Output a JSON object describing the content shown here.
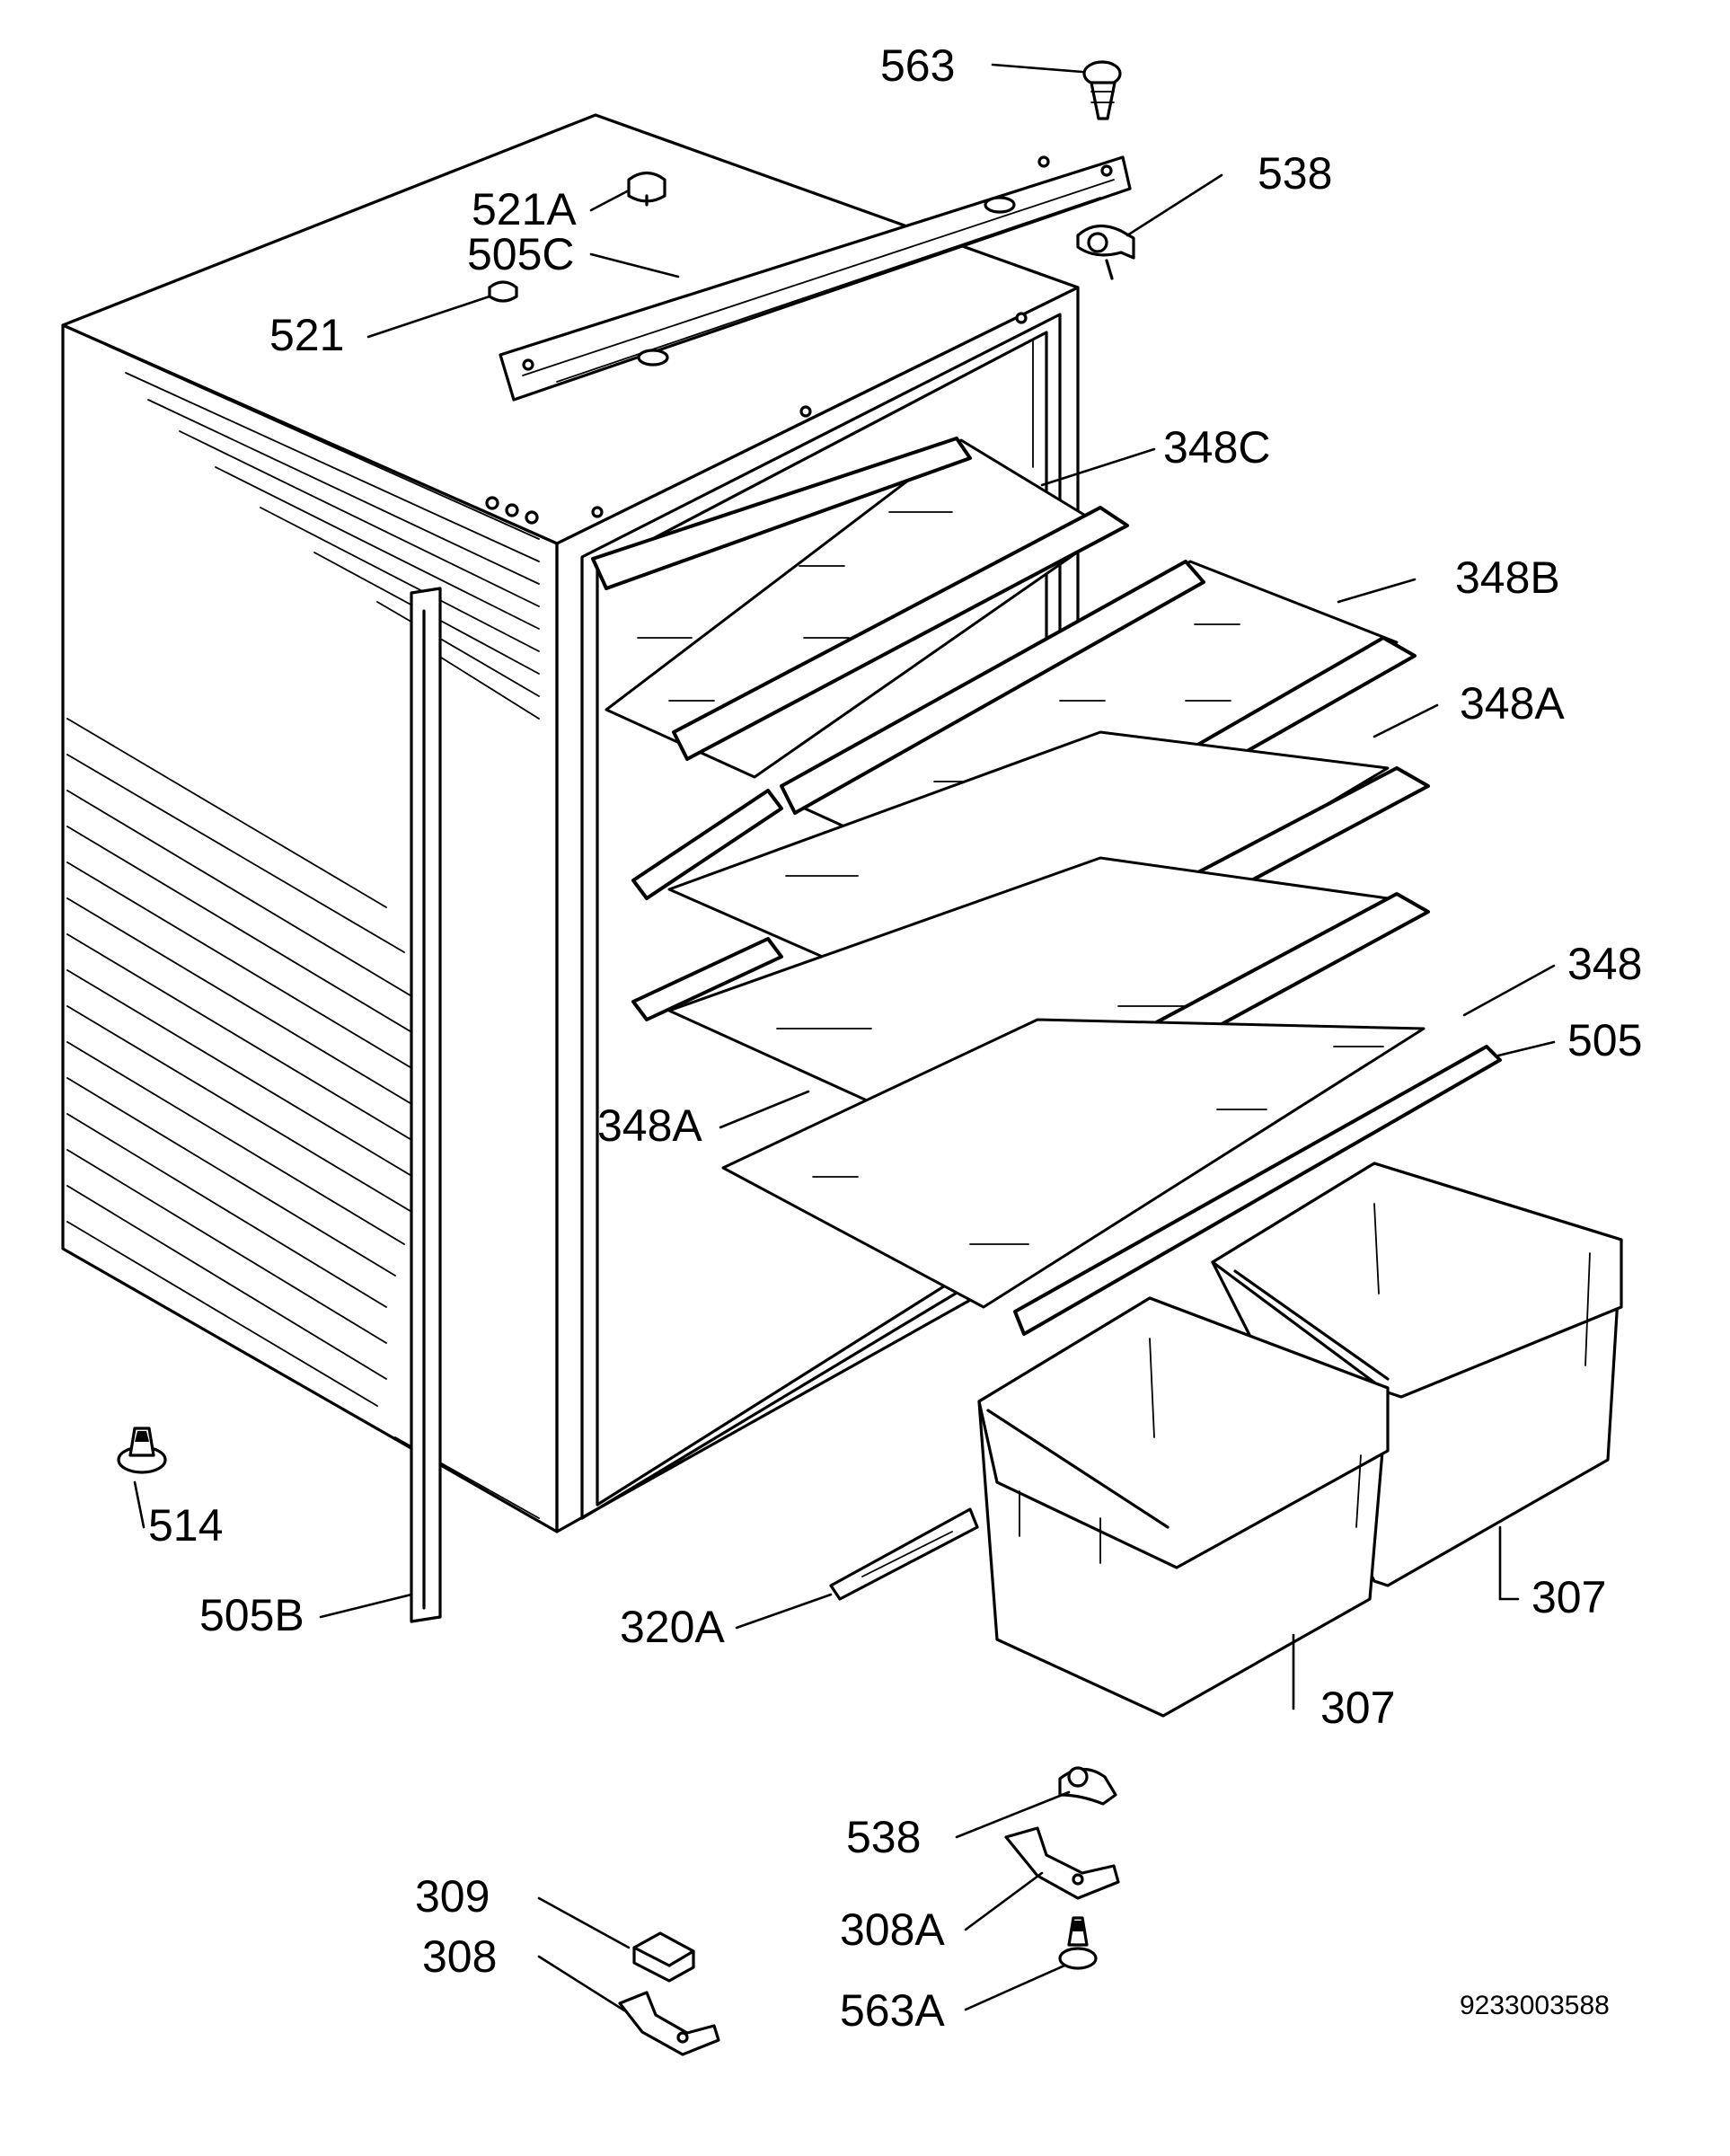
{
  "labels": {
    "p563": "563",
    "p538_top": "538",
    "p521A": "521A",
    "p505C": "505C",
    "p521": "521",
    "p348C": "348C",
    "p348B": "348B",
    "p348A_right": "348A",
    "p348": "348",
    "p505": "505",
    "p348A_left": "348A",
    "p514": "514",
    "p505B": "505B",
    "p320A": "320A",
    "p307_right": "307",
    "p307_left": "307",
    "p538_bottom": "538",
    "p309": "309",
    "p308": "308",
    "p308A": "308A",
    "p563A": "563A"
  },
  "drawing_number": "9233003588",
  "colors": {
    "line": "#000000",
    "background": "#ffffff"
  }
}
